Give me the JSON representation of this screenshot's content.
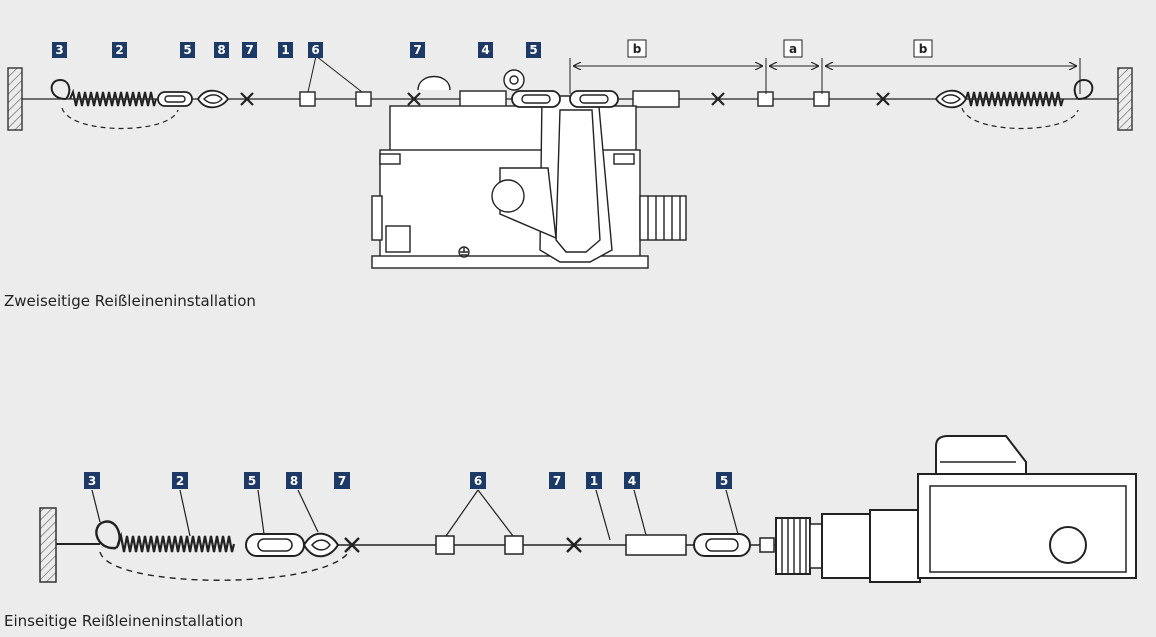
{
  "colors": {
    "background": "#ececec",
    "badge": "#1d3a66",
    "badge_text": "#ffffff",
    "line": "#222222",
    "housing": "#ffffff"
  },
  "captions": {
    "top": "Zweiseitige Reißleineninstallation",
    "bottom": "Einseitige Reißleineninstallation"
  },
  "top_diagram": {
    "callouts": [
      "3",
      "2",
      "5",
      "8",
      "7",
      "1",
      "6",
      "7",
      "4",
      "5"
    ],
    "dimensions": [
      "b",
      "a",
      "b"
    ]
  },
  "bottom_diagram": {
    "callouts": [
      "3",
      "2",
      "5",
      "8",
      "7",
      "6",
      "7",
      "1",
      "4",
      "5"
    ]
  },
  "icons": [
    "wall-anchor-icon",
    "spring-icon",
    "cable-thimble-icon",
    "turnbuckle-icon",
    "cable-clamp-icon",
    "eyebolt-hook-icon",
    "ground-symbol-icon",
    "pull-wire-switch-icon"
  ]
}
